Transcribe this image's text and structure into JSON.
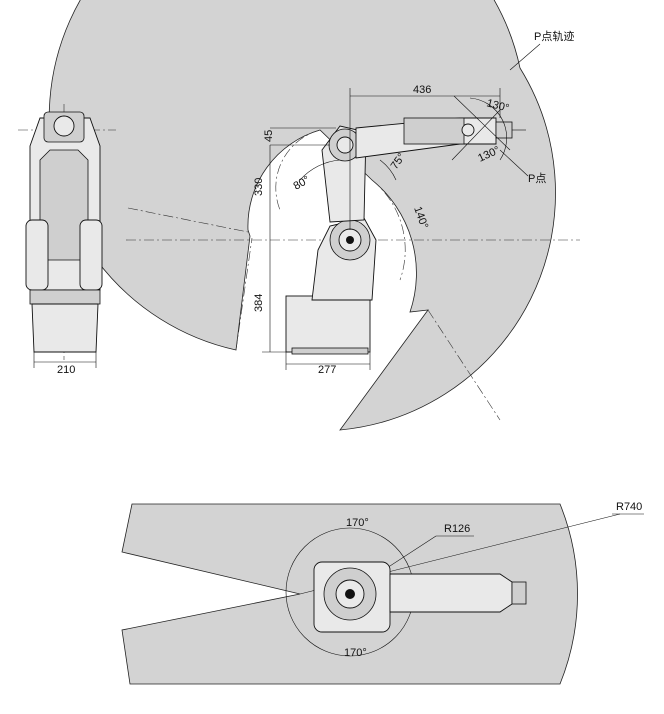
{
  "side_view": {
    "dim_reach": "436",
    "dim_base_width": "277",
    "dim_upper_height": "330",
    "dim_lower_height": "384",
    "dim_offset": "45",
    "angle_wrist_a": "130°",
    "angle_wrist_b": "130°",
    "angle_arm": "75°",
    "angle_upper": "80°",
    "angle_lower": "140°",
    "label_path": "P点轨迹",
    "label_point": "P点"
  },
  "front_view": {
    "dim_width": "210"
  },
  "top_view": {
    "angle_top": "170°",
    "angle_bottom": "170°",
    "radius_inner": "R126",
    "radius_outer": "R740"
  },
  "colors": {
    "workspace_fill": "#d3d3d3",
    "line": "#111111",
    "robot_body": "#e9e9e9"
  }
}
